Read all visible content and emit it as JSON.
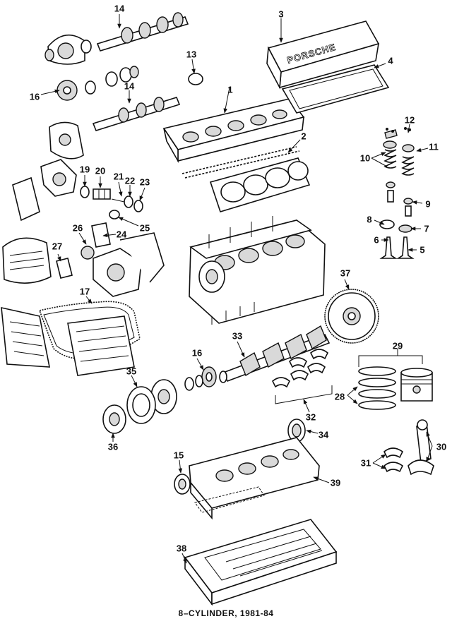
{
  "caption": "8–CYLINDER, 1981-84",
  "stamped_lettering": "PORSCHE",
  "callouts": [
    "1",
    "2",
    "3",
    "4",
    "5",
    "6",
    "7",
    "8",
    "9",
    "10",
    "11",
    "12",
    "13",
    "14",
    "14",
    "15",
    "16",
    "16",
    "17",
    "19",
    "20",
    "21",
    "22",
    "23",
    "24",
    "25",
    "26",
    "27",
    "28",
    "29",
    "30",
    "31",
    "32",
    "33",
    "34",
    "35",
    "36",
    "37",
    "38",
    "39"
  ]
}
